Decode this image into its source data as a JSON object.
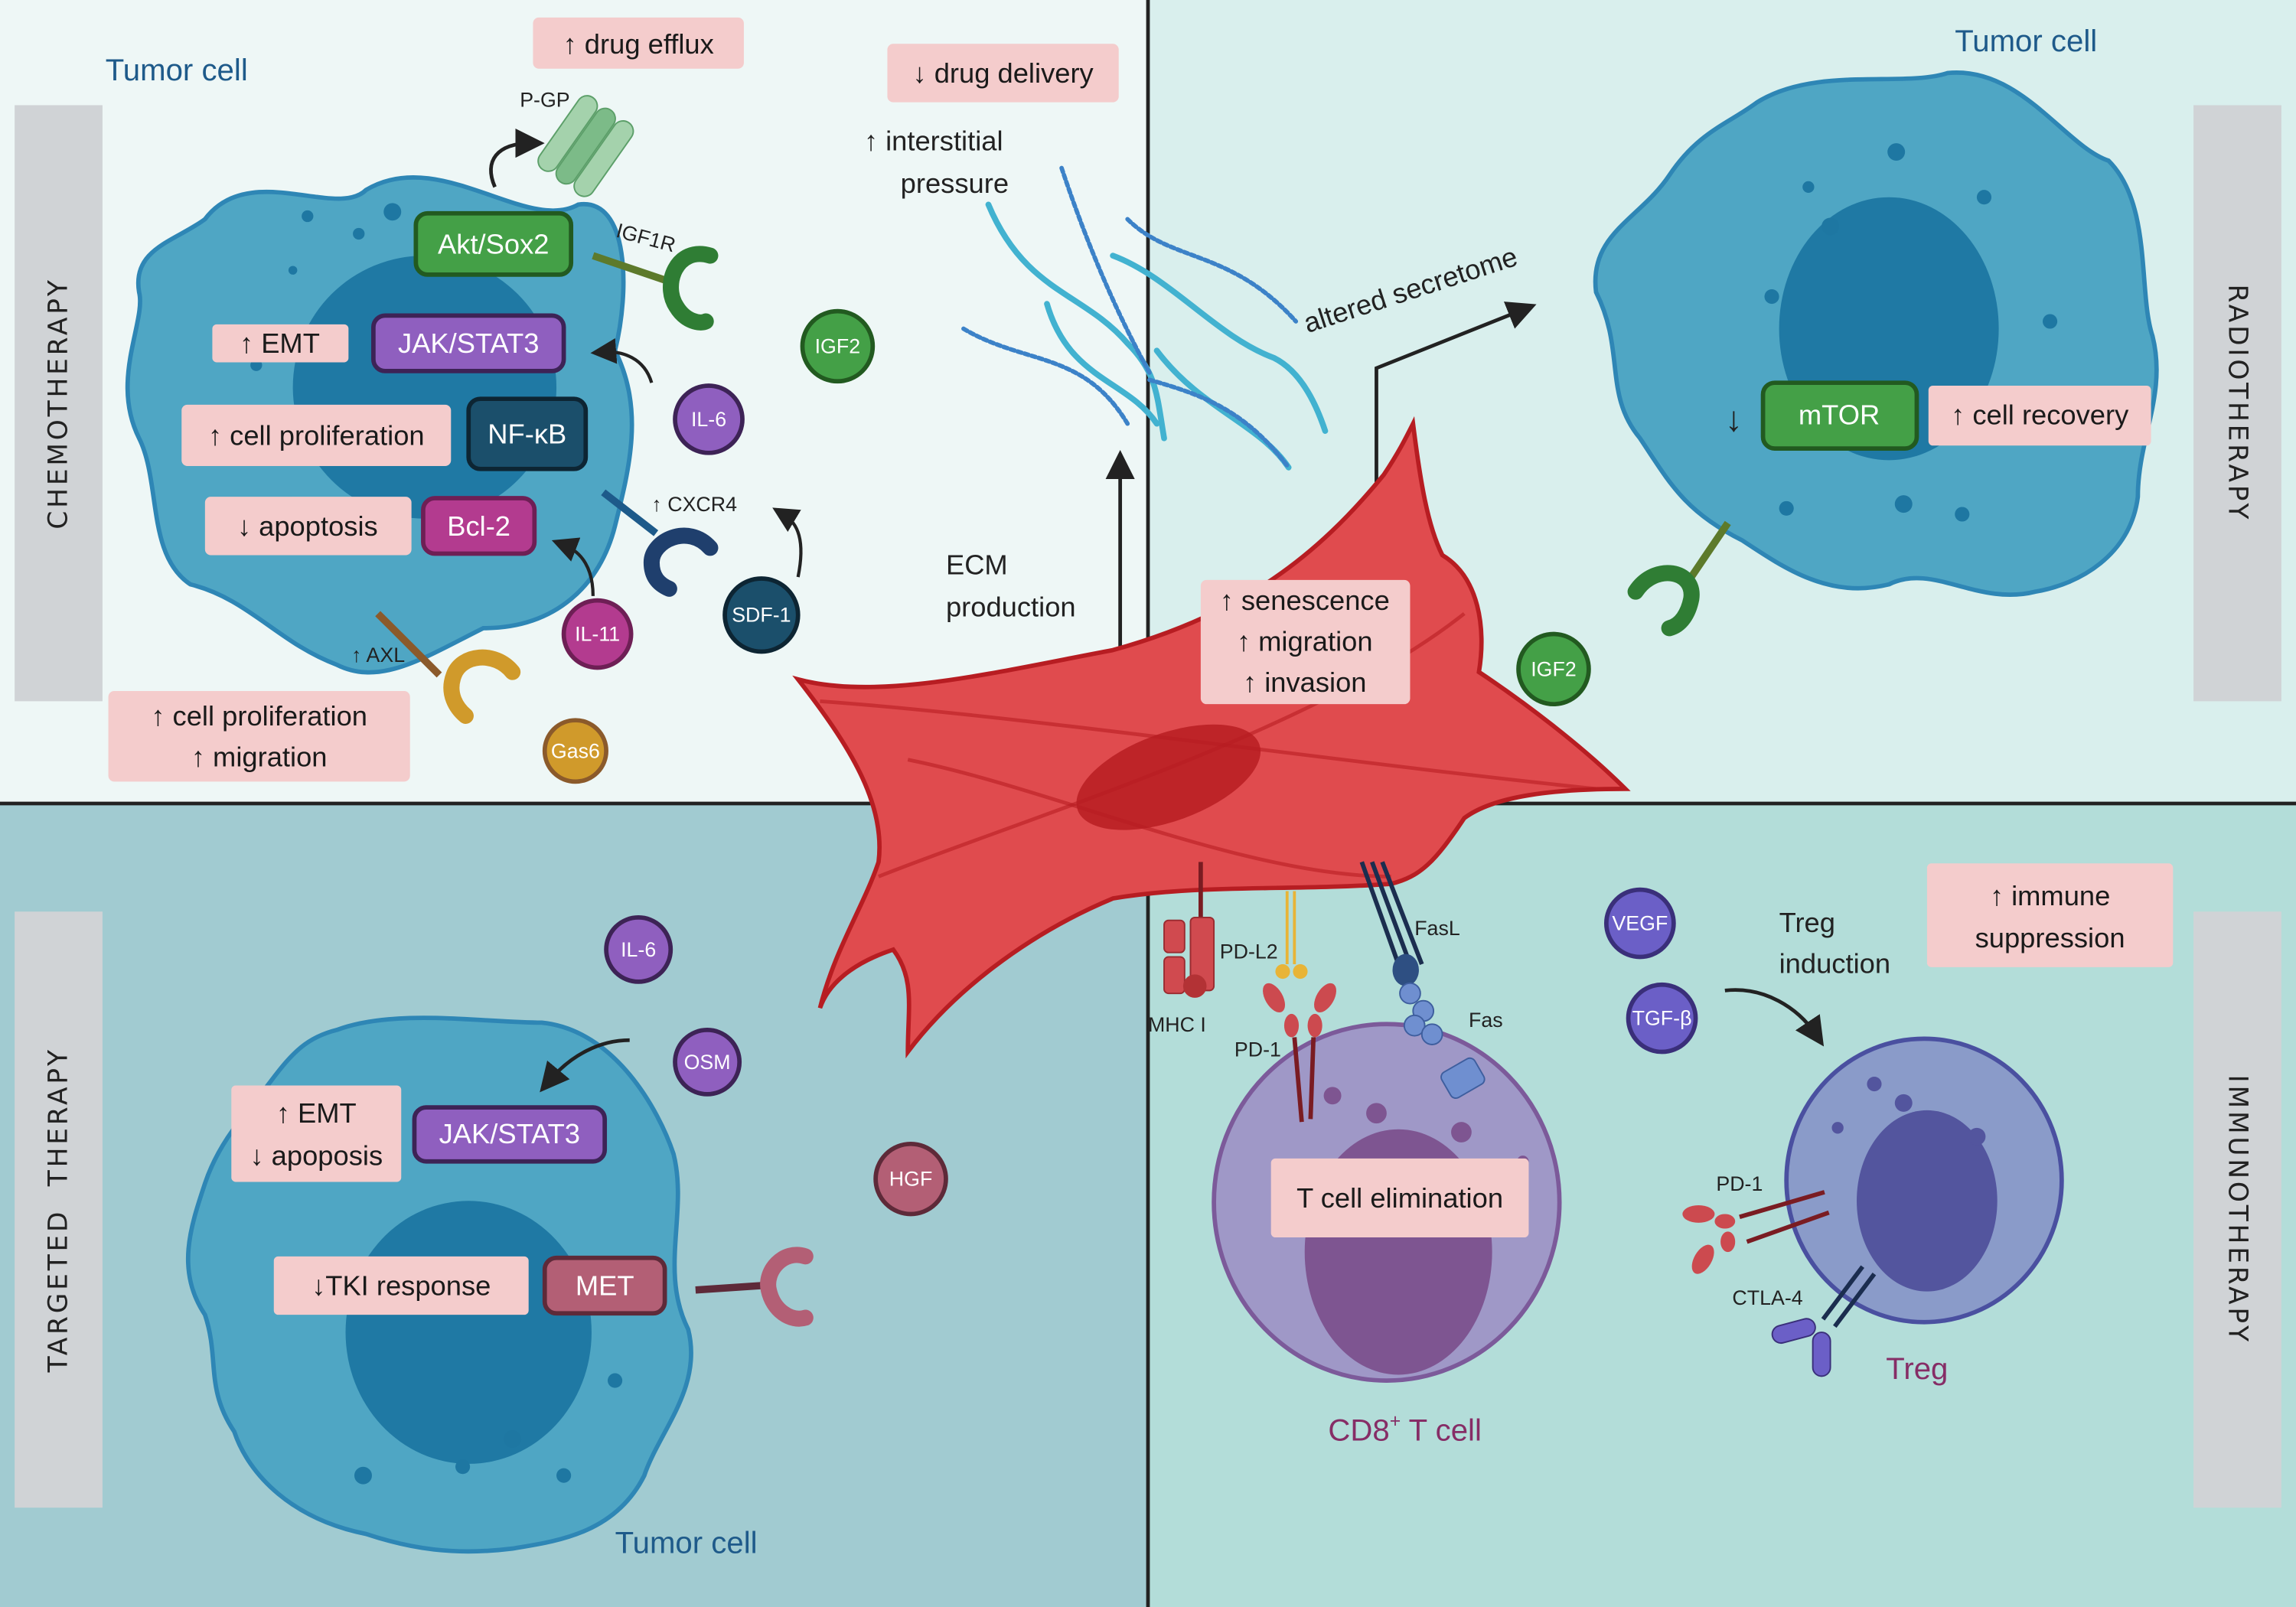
{
  "figure": {
    "quadrants": {
      "chemotherapy": {
        "side_label": "CHEMOTHERAPY",
        "cell_title": "Tumor cell",
        "transporter_label": "P-GP",
        "receptor_igf1r_label": "IGF1R",
        "receptor_cxcr4_label": "↑ CXCR4",
        "receptor_axl_label": "↑ AXL",
        "effect_drug_efflux": "↑ drug efflux",
        "effect_drug_delivery": "↓ drug delivery",
        "effect_interstitial_line1": "↑ interstitial",
        "effect_interstitial_line2": "pressure",
        "effect_emt": "↑ EMT",
        "effect_cell_proliferation": "↑ cell proliferation",
        "effect_apoptosis": "↓ apoptosis",
        "effect_bottom_line1": "↑ cell proliferation",
        "effect_bottom_line2": "↑ migration",
        "pathways": [
          "Akt/Sox2",
          "JAK/STAT3",
          "NF-κB",
          "Bcl-2"
        ],
        "ligands": [
          "IGF2",
          "IL-6",
          "SDF-1",
          "IL-11",
          "Gas6"
        ],
        "ecm_line1": "ECM",
        "ecm_line2": "production"
      },
      "radiotherapy": {
        "side_label": "RADIOTHERAPY",
        "cell_title": "Tumor cell",
        "secretome_label": "altered secretome",
        "pathway": "mTOR",
        "pathway_arrow": "↓",
        "effect_cell_recovery": "↑ cell recovery",
        "ligand": "IGF2",
        "caf_effect_line1": "↑ senescence",
        "caf_effect_line2": "↑ migration",
        "caf_effect_line3": "↑ invasion"
      },
      "targeted_therapy": {
        "side_label": "TARGETED  THERAPY",
        "cell_title": "Tumor cell",
        "effect_line1": "↑ EMT",
        "effect_line2": "↓ apoposis",
        "pathway_jak": "JAK/STAT3",
        "effect_tki": "↓TKI response",
        "pathway_met": "MET",
        "ligands": [
          "IL-6",
          "OSM",
          "HGF"
        ]
      },
      "immunotherapy": {
        "side_label": "IMMUNOTHERAPY",
        "tcell_title": "CD8",
        "tcell_title_sup": "+",
        "tcell_title_rest": " T cell",
        "tcell_effect": "T cell elimination",
        "mhc_label": "MHC I",
        "pdl2_label": "PD-L2",
        "pd1_label": "PD-1",
        "fasl_label": "FasL",
        "fas_label": "Fas",
        "ligands": [
          "VEGF",
          "TGF-β"
        ],
        "treg_induction_line1": "Treg",
        "treg_induction_line2": "induction",
        "immune_line1": "↑ immune",
        "immune_line2": "suppression",
        "treg_title": "Treg",
        "treg_pd1_label": "PD-1",
        "treg_ctla4_label": "CTLA-4"
      }
    },
    "colors": {
      "quad_chemo_bg": "#eef7f6",
      "quad_radio_bg": "#d9efed",
      "quad_targeted_bg": "#a1cbd1",
      "quad_immuno_bg": "#b3ddd9",
      "tumor_cell": "#4fa6c4",
      "tumor_nucleus": "#1f79a4",
      "caf": "#e04b4e",
      "effect_box": "#f4cccc",
      "akt_green": "#44a047",
      "jak_purple": "#8f5fbf",
      "nfkb_navy": "#1b4f6b",
      "bcl2_magenta": "#b33b8f",
      "met_rose": "#b35f75",
      "tcell": "#9f98c7",
      "treg": "#8a9bc9",
      "side_bar": "#d0d3d6"
    }
  }
}
